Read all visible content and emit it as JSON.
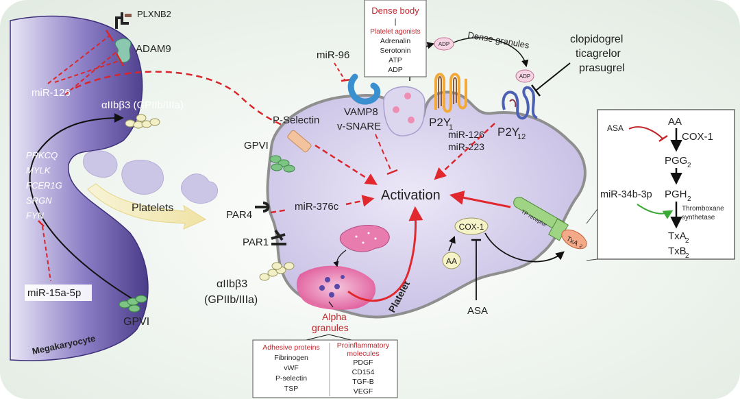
{
  "colors": {
    "background": "#eef3ee",
    "cell_purple": "#5a4a98",
    "platelet_lilac": "#cfc7ea",
    "red_arrow": "#e0282e",
    "dashed_red": "#d8262c",
    "green_arrow": "#3aa935",
    "text_red": "#c0272d"
  },
  "megakaryocyte": {
    "label": "Megakaryocyte",
    "genes": [
      "PRKCQ",
      "MYLK",
      "FCER1G",
      "SRGN",
      "FYN"
    ],
    "plxnb2": "PLXNB2",
    "adam9": "ADAM9",
    "mir126": "miR-126",
    "integrin": "αIIbβ3 (GPIIb/IIIa)",
    "mir15a": "miR-15a-5p",
    "gpvi": "GPVI",
    "platelets_label": "Platelets"
  },
  "platelet": {
    "label": "Platelet",
    "activation": "Activation",
    "p_selectin": "P-Selectin",
    "gpvi": "GPVI",
    "par4": "PAR4",
    "par1": "PAR1",
    "mir376c": "miR-376c",
    "integrin_line1": "αIIbβ3",
    "integrin_line2": "(GPIIb/IIIa)",
    "mir96": "miR-96",
    "vamp8_line1": "VAMP8",
    "vamp8_line2": "v-SNARE",
    "p2y1_main": "P2Y",
    "p2y1_sub": "1",
    "p2y12_main": "P2Y",
    "p2y12_sub": "12",
    "mir126": "miR-126",
    "mir223": "miR-223",
    "cox1": "COX-1",
    "aa": "AA",
    "asa": "ASA",
    "tp_receptor": "TP receptor",
    "txa2": "TxA",
    "txa2_sub": "2",
    "alpha_granules_line1": "Alpha",
    "alpha_granules_line2": "granules"
  },
  "dense_body": {
    "title": "Dense body",
    "separator": "|",
    "agonists_title": "Platelet agonists",
    "items": [
      "Adrenalin",
      "Serotonin",
      "ATP",
      "ADP"
    ],
    "dense_granules": "Dense granules",
    "adp": "ADP"
  },
  "drugs": [
    "clopidogrel",
    "ticagrelor",
    "prasugrel"
  ],
  "pathway": {
    "asa": "ASA",
    "aa": "AA",
    "cox1": "COX-1",
    "pgg2": "PGG",
    "pgg2_sub": "2",
    "pgh2": "PGH",
    "pgh2_sub": "2",
    "mir34b": "miR-34b-3p",
    "thromboxane_line1": "Thromboxane",
    "thromboxane_line2": "synthetase",
    "txa2": "TxA",
    "txa2_sub": "2",
    "txb2": "TxB",
    "txb2_sub": "2"
  },
  "alpha_contents": {
    "adhesive_title": "Adhesive proteins",
    "adhesive_items": [
      "Fibrinogen",
      "vWF",
      "P-selectin",
      "TSP"
    ],
    "proinflam_title_line1": "Proinflammatory",
    "proinflam_title_line2": "molecules",
    "proinflam_items": [
      "PDGF",
      "CD154",
      "TGF-B",
      "VEGF"
    ]
  }
}
